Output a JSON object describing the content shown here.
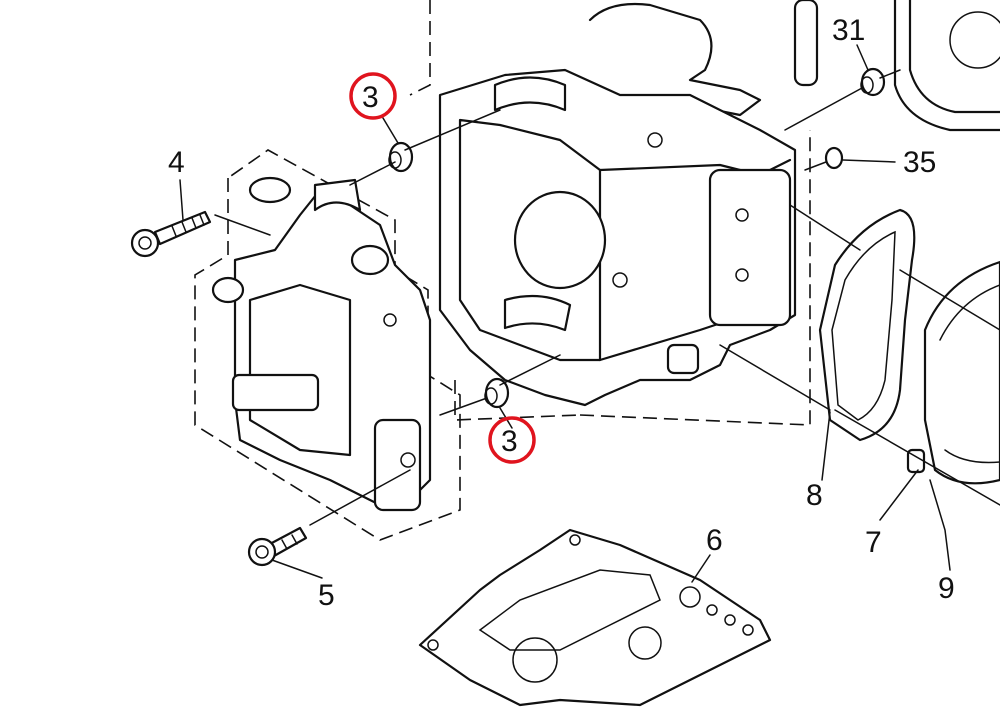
{
  "callouts": {
    "c3_top": "3",
    "c3_bottom": "3",
    "c4": "4",
    "c5": "5",
    "c6": "6",
    "c7": "7",
    "c8": "8",
    "c9": "9",
    "c31": "31",
    "c35": "35"
  },
  "highlight_color": "#e0141e"
}
